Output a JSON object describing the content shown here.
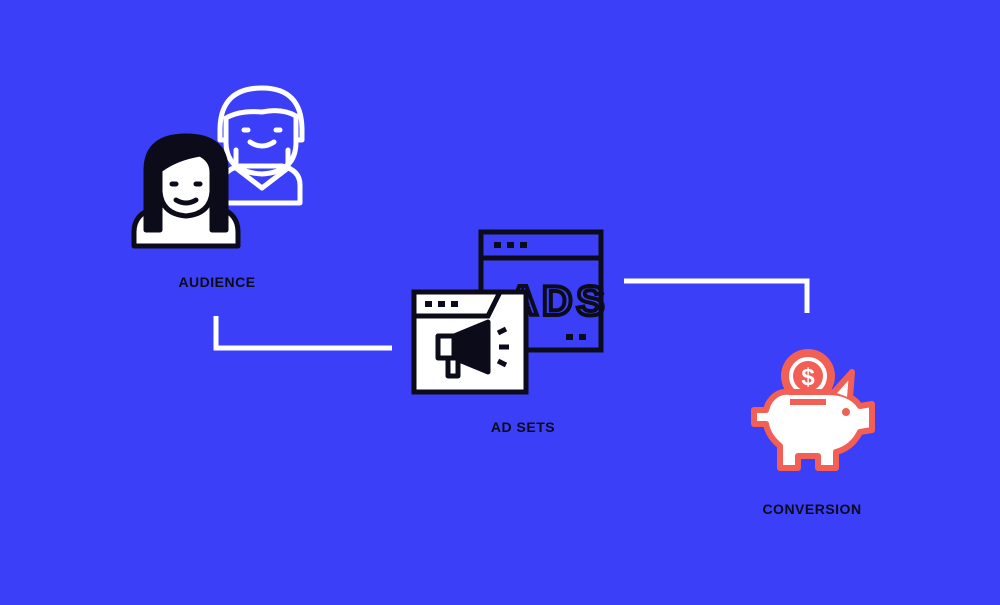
{
  "colors": {
    "background": "#3b3ff8",
    "ink": "#0b0b1a",
    "paper": "#ffffff",
    "accent": "#f25f55"
  },
  "nodes": {
    "audience": {
      "label": "AUDIENCE",
      "icon": "people-icon"
    },
    "ad_sets": {
      "label": "AD SETS",
      "icon": "browser-ads-icon",
      "screen_text": "ADS"
    },
    "conversion": {
      "label": "CONVERSION",
      "icon": "piggy-bank-icon",
      "coin_symbol": "$"
    }
  },
  "edges": [
    {
      "from": "audience",
      "to": "ad_sets"
    },
    {
      "from": "ad_sets",
      "to": "conversion"
    }
  ]
}
